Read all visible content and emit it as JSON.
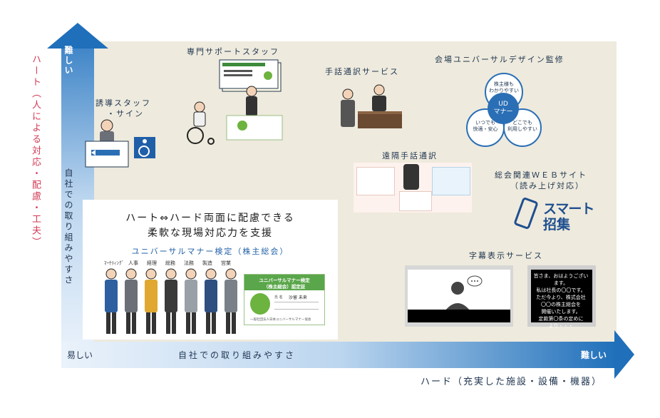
{
  "axes": {
    "y": {
      "title": "ハート（人による対応・配慮・工夫）",
      "high_label": "難しい",
      "mid_label": "自社での取り組みやすさ"
    },
    "x": {
      "title": "ハード（充実した施設・設備・機器）",
      "low_label": "易しい",
      "mid_label": "自社での取り組みやすさ",
      "high_label": "難しい"
    }
  },
  "items": {
    "support_staff": "専門サポートスタッフ",
    "sign_service": "手話通訳サービス",
    "ud_monitor": "会場ユニバーサルデザイン監修",
    "guide_staff_line1": "誘導スタッフ",
    "guide_staff_line2": "・サイン",
    "remote_sign": "遠隔手話通訳",
    "web_line1": "総会関連ＷＥＢサイト",
    "web_line2": "（読み上げ対応）",
    "caption_service": "字幕表示サービス"
  },
  "ud_venn": {
    "center_line1": "UD",
    "center_line2": "マナー",
    "top": "株主様も\nわかりやすい",
    "left": "いつでも\n快適・安心",
    "right": "どこでも\n利用しやすい"
  },
  "smart_logo": {
    "line1": "スマート",
    "line2": "招集"
  },
  "center_box": {
    "line1": "ハート⇔ハード両面に配慮できる",
    "line2": "柔軟な現場対応力を支援",
    "subtitle": "ユニバーサルマナー検定（株主総会）",
    "departments": [
      "ﾏｰｹﾃｨﾝｸﾞ",
      "人事",
      "経理",
      "総務",
      "法務",
      "製造",
      "営業"
    ]
  },
  "certificate": {
    "title_line1": "ユニバーサルマナー検定",
    "title_line2": "（株主総会）認定証",
    "name_label": "氏 名",
    "name": "沙留 未来",
    "footer": "一般社団法人日本ユニバーサルマナー協会"
  },
  "caption_screen": {
    "text": "皆さま、おはようございます。\n私は社長の〇〇です。\nただ今より、株式会社\n〇〇の株主総会を\n開催いたします。\n定款第〇条の定めに\nより・・・"
  },
  "colors": {
    "axis_blue": "#1f6fba",
    "heart_red": "#d23a56",
    "background": "#eeeadd"
  }
}
